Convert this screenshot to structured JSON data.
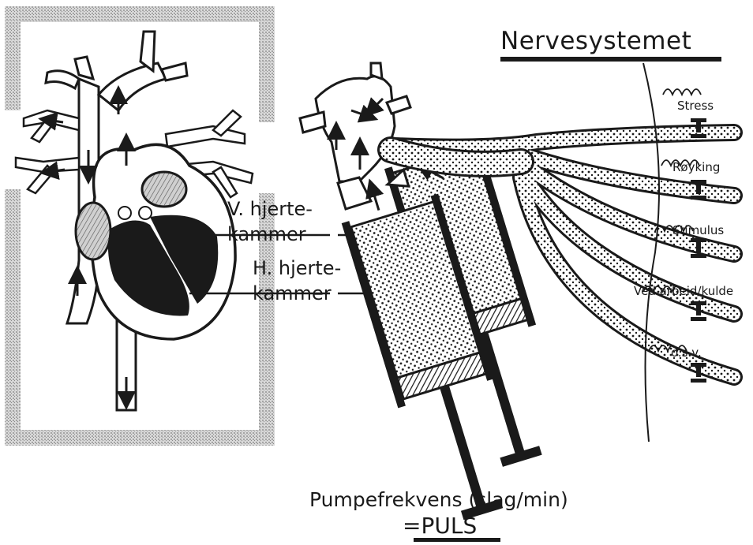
{
  "title": "Nervesystemet",
  "heart_labels": {
    "left_ventricle_line1": "V. hjerte-",
    "left_ventricle_line2": "kammer",
    "right_ventricle_line1": "H. hjerte-",
    "right_ventricle_line2": "kammer"
  },
  "nerve_labels": [
    {
      "label": "Stress"
    },
    {
      "label": "Røyking"
    },
    {
      "label": "Stimulus"
    },
    {
      "label": "Ved arbeid/kulde"
    },
    {
      "label": "o.s.v."
    }
  ],
  "caption": {
    "line1": "Pumpefrekvens (slag/min)",
    "line2": "=PULS"
  },
  "colors": {
    "ink": "#1a1a1a",
    "paper": "#ffffff",
    "frame": "#bdbdbd"
  }
}
